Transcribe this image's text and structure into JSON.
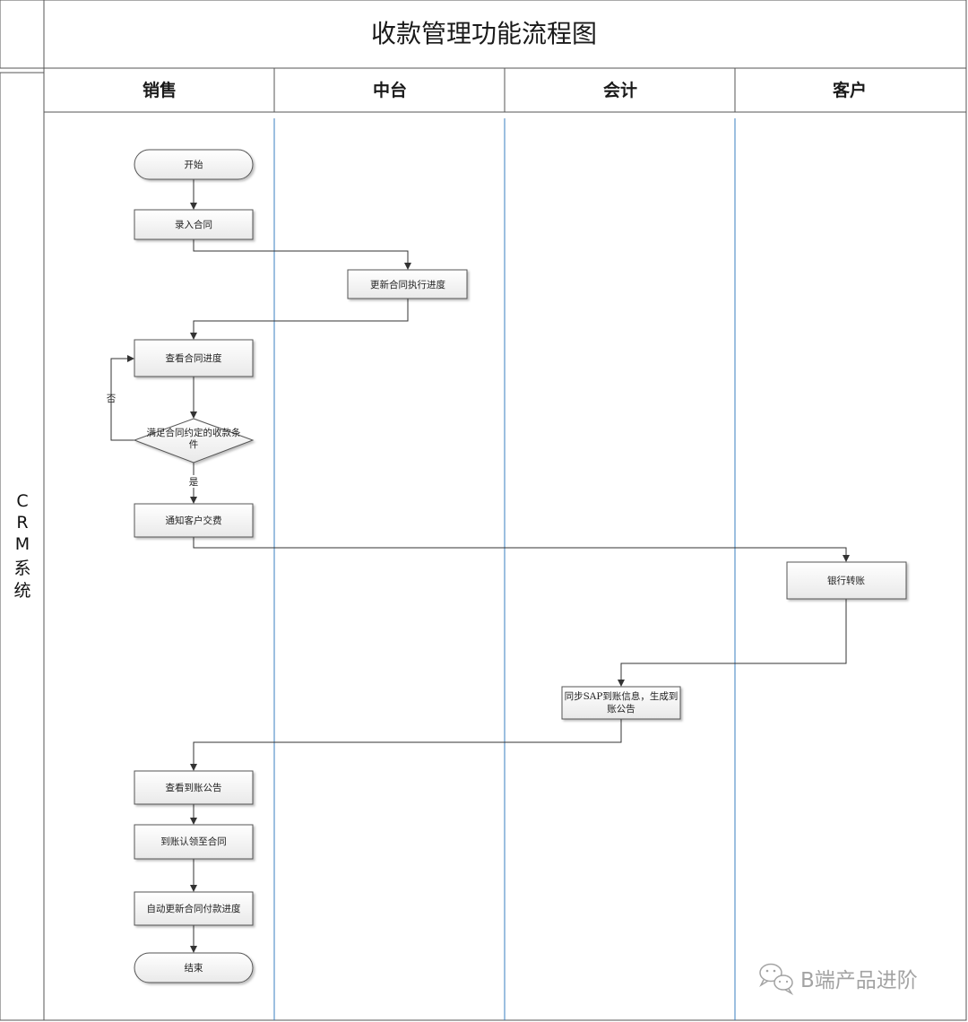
{
  "title": "收款管理功能流程图",
  "system_label": [
    "C",
    "R",
    "M",
    "系",
    "统"
  ],
  "lanes": [
    "销售",
    "中台",
    "会计",
    "客户"
  ],
  "nodes": {
    "start": "开始",
    "enter_contract": "录入合同",
    "update_progress": "更新合同执行进度",
    "view_progress": "查看合同进度",
    "condition": [
      "满足合同约定的收款条",
      "件"
    ],
    "notify_customer": "通知客户交费",
    "bank_transfer": "银行转账",
    "sync_sap": [
      "同步SAP到账信息，生成到",
      "账公告"
    ],
    "view_notice": "查看到账公告",
    "claim": "到账认领至合同",
    "auto_update": "自动更新合同付款进度",
    "end": "结束"
  },
  "edge_labels": {
    "no": "否",
    "yes": "是"
  },
  "watermark": "B端产品进阶"
}
